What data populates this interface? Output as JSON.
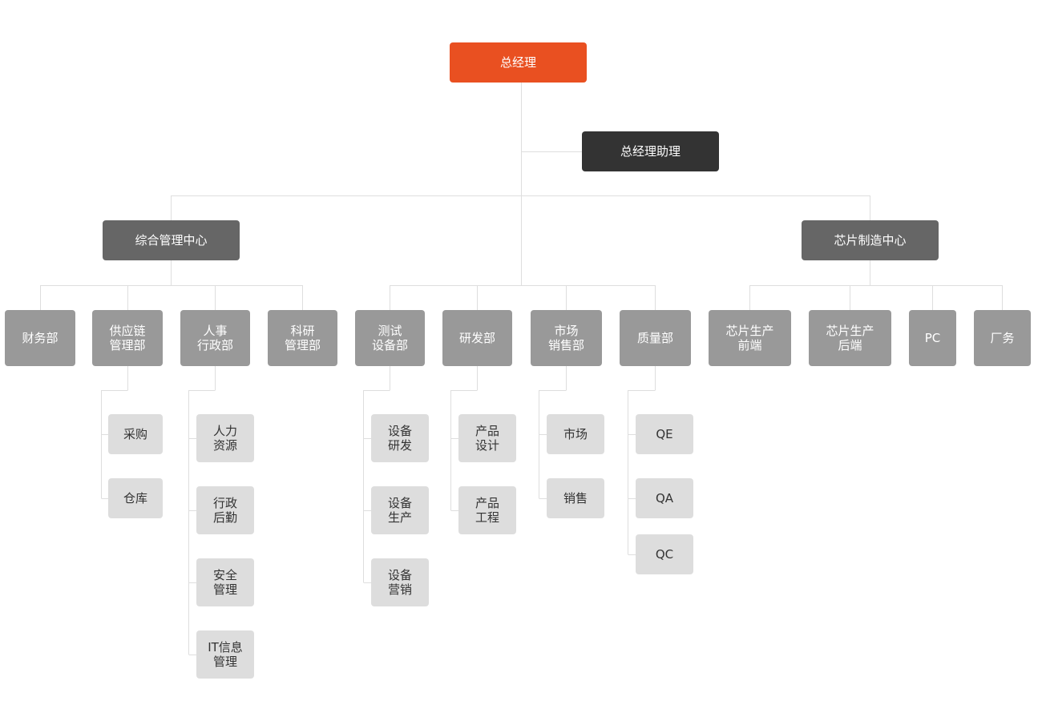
{
  "root": {
    "label": "总经理"
  },
  "assistant": {
    "label": "总经理助理"
  },
  "centers": [
    {
      "label": "综合管理中心"
    },
    {
      "label": "芯片制造中心"
    }
  ],
  "departments": [
    {
      "label": "财务部",
      "sub": []
    },
    {
      "label": "供应链\n管理部",
      "sub": [
        "采购",
        "仓库"
      ]
    },
    {
      "label": "人事\n行政部",
      "sub": [
        "人力\n资源",
        "行政\n后勤",
        "安全\n管理",
        "IT信息\n管理"
      ]
    },
    {
      "label": "科研\n管理部",
      "sub": []
    },
    {
      "label": "测试\n设备部",
      "sub": [
        "设备\n研发",
        "设备\n生产",
        "设备\n营销"
      ]
    },
    {
      "label": "研发部",
      "sub": [
        "产品\n设计",
        "产品\n工程"
      ]
    },
    {
      "label": "市场\n销售部",
      "sub": [
        "市场",
        "销售"
      ]
    },
    {
      "label": "质量部",
      "sub": [
        "QE",
        "QA",
        "QC"
      ]
    },
    {
      "label": "芯片生产\n前端",
      "sub": []
    },
    {
      "label": "芯片生产\n后端",
      "sub": []
    },
    {
      "label": "PC",
      "sub": []
    },
    {
      "label": "厂务",
      "sub": []
    }
  ],
  "colors": {
    "root": "#e95021",
    "assistant": "#333333",
    "center": "#666666",
    "department": "#999999",
    "leaf": "#dddddd",
    "connector": "#dedede"
  }
}
